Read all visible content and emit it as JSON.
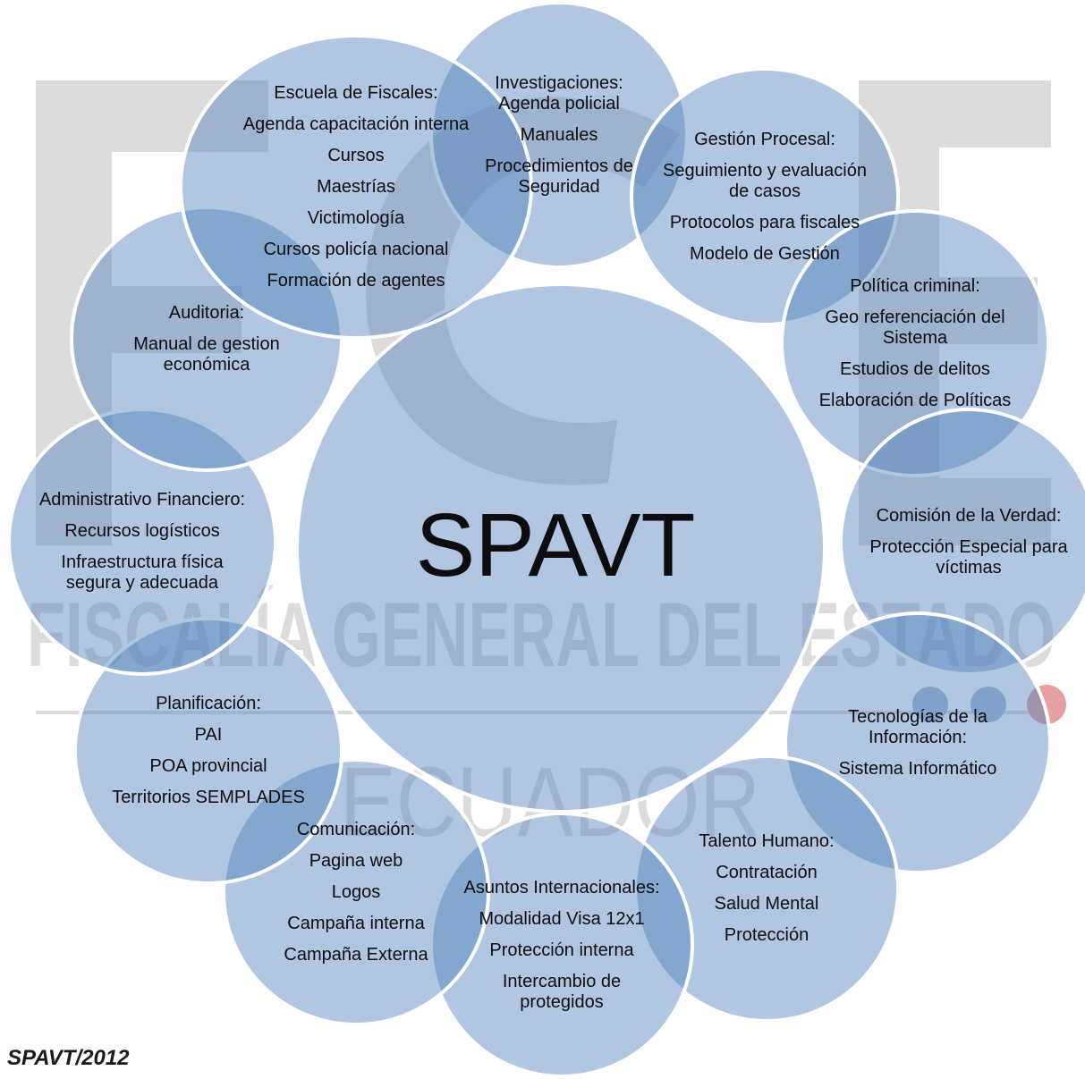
{
  "colors": {
    "node_fill": "#4f81bd",
    "node_border": "#ffffff",
    "watermark": "#dcdcdc",
    "watermark_dot_blue": "#a6bcd6",
    "watermark_dot_red": "#e6a0a0"
  },
  "watermark": {
    "line1": "FISCALÍA GENERAL DEL ESTADO",
    "line2": "ECUADOR"
  },
  "center": {
    "label": "SPAVT"
  },
  "nodes": [
    {
      "id": "investigaciones",
      "title": "Investigaciones:",
      "items": [
        "Agenda policial",
        "Manuales",
        "Procedimientos de Seguridad"
      ]
    },
    {
      "id": "escuela-fiscales",
      "title": "Escuela de Fiscales:",
      "items": [
        "Agenda capacitación interna",
        "Cursos",
        "Maestrías",
        "Victimología",
        "Cursos policía nacional",
        "Formación de agentes"
      ]
    },
    {
      "id": "gestion-procesal",
      "title": "Gestión Procesal:",
      "items": [
        "Seguimiento y evaluación de casos",
        "Protocolos para fiscales",
        "Modelo de Gestión"
      ]
    },
    {
      "id": "politica-criminal",
      "title": "Política criminal:",
      "items": [
        "Geo referenciación del Sistema",
        "Estudios de delitos",
        "Elaboración de Políticas"
      ]
    },
    {
      "id": "comision-verdad",
      "title": "Comisión de la Verdad:",
      "items": [
        "Protección Especial para víctimas"
      ]
    },
    {
      "id": "tecnologias",
      "title": "Tecnologías de la Información:",
      "items": [
        "Sistema Informático"
      ]
    },
    {
      "id": "talento-humano",
      "title": "Talento Humano:",
      "items": [
        "Contratación",
        "Salud Mental",
        "Protección"
      ]
    },
    {
      "id": "asuntos-internacionales",
      "title": "Asuntos Internacionales:",
      "items": [
        "Modalidad Visa 12x1",
        "Protección interna",
        "Intercambio de protegidos"
      ]
    },
    {
      "id": "comunicacion",
      "title": "Comunicación:",
      "items": [
        "Pagina web",
        "Logos",
        "Campaña interna",
        "Campaña Externa"
      ]
    },
    {
      "id": "planificacion",
      "title": "Planificación:",
      "items": [
        "PAI",
        "POA provincial",
        "Territorios SEMPLADES"
      ]
    },
    {
      "id": "administrativo-financiero",
      "title": "Administrativo Financiero:",
      "items": [
        "Recursos logísticos",
        "Infraestructura física segura y adecuada"
      ]
    },
    {
      "id": "auditoria",
      "title": "Auditoria:",
      "items": [
        "Manual de gestion económica"
      ]
    }
  ],
  "footer": {
    "label": "SPAVT/2012"
  }
}
